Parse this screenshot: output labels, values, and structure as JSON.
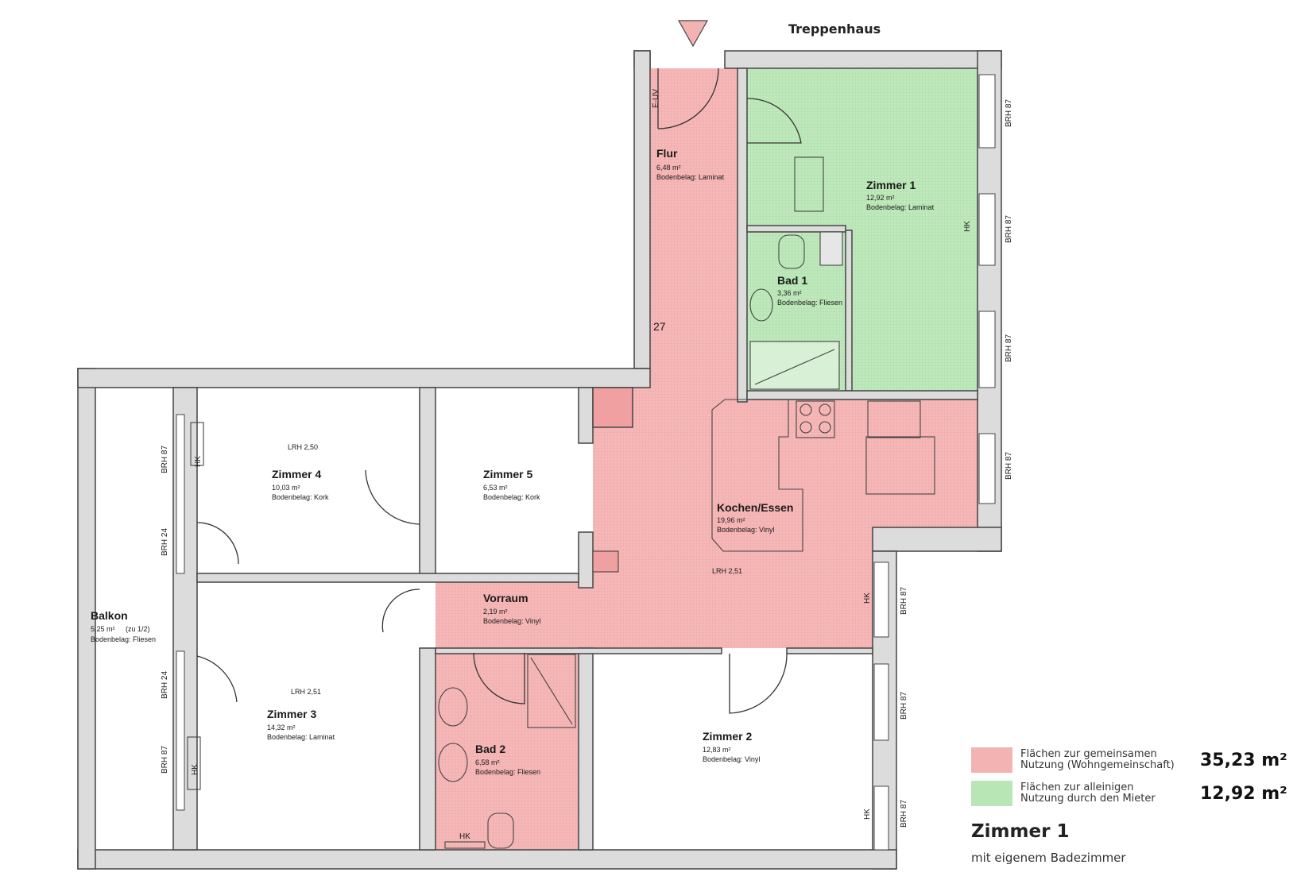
{
  "header": {
    "stairwell": "Treppenhaus"
  },
  "rooms": {
    "flur": {
      "name": "Flur",
      "area": "6,48 m²",
      "floor": "Bodenbelag: Laminat"
    },
    "zimmer1": {
      "name": "Zimmer 1",
      "area": "12,92 m²",
      "floor": "Bodenbelag: Laminat"
    },
    "bad1": {
      "name": "Bad 1",
      "area": "3,36 m²",
      "floor": "Bodenbelag: Fliesen"
    },
    "kochen": {
      "name": "Kochen/Essen",
      "area": "19,96 m²",
      "floor": "Bodenbelag: Vinyl",
      "lrh": "LRH 2,51"
    },
    "zimmer4": {
      "name": "Zimmer 4",
      "area": "10,03 m²",
      "floor": "Bodenbelag: Kork",
      "lrh": "LRH 2,50"
    },
    "zimmer5": {
      "name": "Zimmer 5",
      "area": "6,53 m²",
      "floor": "Bodenbelag: Kork"
    },
    "vorraum": {
      "name": "Vorraum",
      "area": "2,19 m²",
      "floor": "Bodenbelag: Vinyl"
    },
    "balkon": {
      "name": "Balkon",
      "area": "5,25 m²",
      "note": "(zu 1/2)",
      "floor": "Bodenbelag: Fliesen"
    },
    "zimmer3": {
      "name": "Zimmer 3",
      "area": "14,32 m²",
      "floor": "Bodenbelag: Laminat",
      "lrh": "LRH 2,51"
    },
    "bad2": {
      "name": "Bad 2",
      "area": "6,58 m²",
      "floor": "Bodenbelag: Fliesen"
    },
    "zimmer2": {
      "name": "Zimmer 2",
      "area": "12,83 m²",
      "floor": "Bodenbelag: Vinyl"
    }
  },
  "annotations": {
    "brh87": "BRH 87",
    "brh24": "BRH 24",
    "hk": "HK",
    "euv": "E-UV",
    "dim27": "27"
  },
  "legend": [
    {
      "color": "#f4b3b3",
      "text_line1": "Flächen zur gemeinsamen",
      "text_line2": "Nutzung (Wohngemeinschaft)",
      "value": "35,23 m²"
    },
    {
      "color": "#b8e6b5",
      "text_line1": "Flächen zur alleinigen",
      "text_line2": "Nutzung durch den Mieter",
      "value": "12,92 m²"
    }
  ],
  "summary": {
    "title": "Zimmer 1",
    "subtitle": "mit eigenem Badezimmer"
  },
  "colors": {
    "shared": "#f4b3b3",
    "private": "#b8e6b5",
    "wall": "#dcdcdc",
    "wall_stroke": "#444444"
  }
}
